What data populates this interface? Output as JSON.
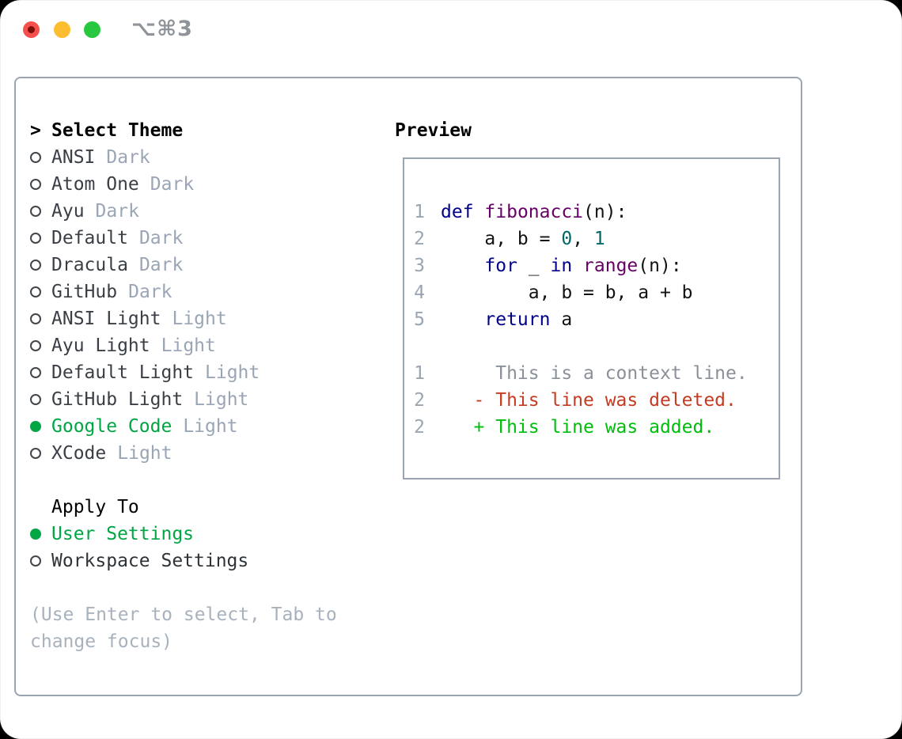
{
  "window": {
    "title": "⌥⌘3",
    "traffic_lights": [
      "close",
      "minimize",
      "zoom"
    ]
  },
  "colors": {
    "accent_green": "#00a544",
    "keyword_blue": "#000088",
    "type_purple": "#660066",
    "literal_teal": "#006666",
    "line_number_gray": "#9aa5b3",
    "context_gray": "#8a9099",
    "deleted_red": "#c53b22",
    "added_green": "#00bd0d",
    "border_gray": "#9aa5b1"
  },
  "theme_list": {
    "prompt": ">",
    "header": "Select Theme",
    "items": [
      {
        "name": "ANSI",
        "variant": "Dark",
        "selected": false
      },
      {
        "name": "Atom One",
        "variant": "Dark",
        "selected": false
      },
      {
        "name": "Ayu",
        "variant": "Dark",
        "selected": false
      },
      {
        "name": "Default",
        "variant": "Dark",
        "selected": false
      },
      {
        "name": "Dracula",
        "variant": "Dark",
        "selected": false
      },
      {
        "name": "GitHub",
        "variant": "Dark",
        "selected": false
      },
      {
        "name": "ANSI Light",
        "variant": "Light",
        "selected": false
      },
      {
        "name": "Ayu Light",
        "variant": "Light",
        "selected": false
      },
      {
        "name": "Default Light",
        "variant": "Light",
        "selected": false
      },
      {
        "name": "GitHub Light",
        "variant": "Light",
        "selected": false
      },
      {
        "name": "Google Code",
        "variant": "Light",
        "selected": true
      },
      {
        "name": "XCode",
        "variant": "Light",
        "selected": false
      }
    ]
  },
  "apply_to": {
    "header": "Apply To",
    "options": [
      {
        "label": "User Settings",
        "selected": true
      },
      {
        "label": "Workspace Settings",
        "selected": false
      }
    ]
  },
  "help_text": "(Use Enter to select, Tab to change focus)",
  "preview": {
    "header": "Preview",
    "code_lines": [
      {
        "number": "1",
        "segments": [
          {
            "t": "def",
            "c": "keyword"
          },
          {
            "t": " ",
            "c": "plain"
          },
          {
            "t": "fibonacci",
            "c": "type"
          },
          {
            "t": "(n):",
            "c": "plain"
          }
        ]
      },
      {
        "number": "2",
        "segments": [
          {
            "t": "    a, b = ",
            "c": "plain"
          },
          {
            "t": "0",
            "c": "literal"
          },
          {
            "t": ", ",
            "c": "plain"
          },
          {
            "t": "1",
            "c": "literal"
          }
        ]
      },
      {
        "number": "3",
        "segments": [
          {
            "t": "    ",
            "c": "plain"
          },
          {
            "t": "for",
            "c": "keyword"
          },
          {
            "t": " _ ",
            "c": "plain"
          },
          {
            "t": "in",
            "c": "keyword"
          },
          {
            "t": " ",
            "c": "plain"
          },
          {
            "t": "range",
            "c": "type"
          },
          {
            "t": "(n):",
            "c": "plain"
          }
        ]
      },
      {
        "number": "4",
        "segments": [
          {
            "t": "        a, b = b, a + b",
            "c": "plain"
          }
        ]
      },
      {
        "number": "5",
        "segments": [
          {
            "t": "    ",
            "c": "plain"
          },
          {
            "t": "return",
            "c": "keyword"
          },
          {
            "t": " a",
            "c": "plain"
          }
        ]
      }
    ],
    "diff_lines": [
      {
        "number": "1",
        "type": "context",
        "text": "     This is a context line."
      },
      {
        "number": "2",
        "type": "deleted",
        "text": "   - This line was deleted."
      },
      {
        "number": "2",
        "type": "added",
        "text": "   + This line was added."
      }
    ]
  }
}
